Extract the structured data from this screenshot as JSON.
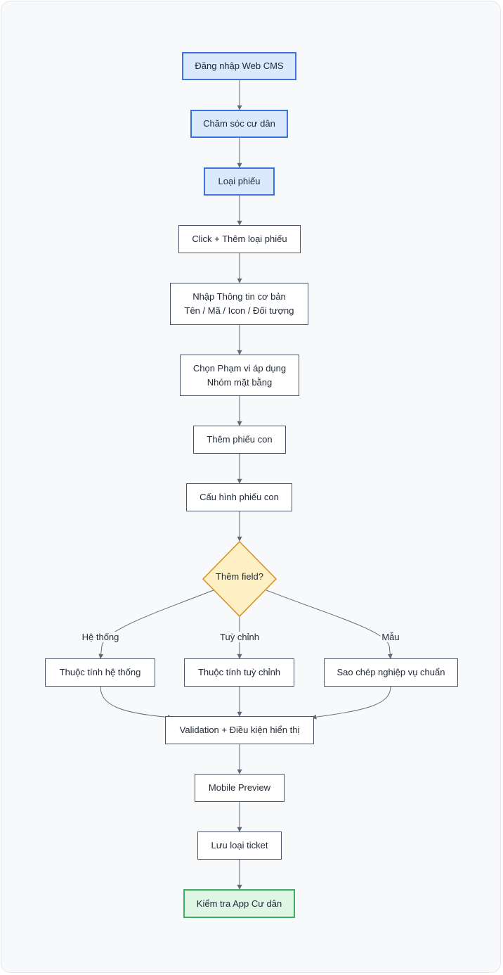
{
  "diagram": {
    "type": "flowchart",
    "nodes": [
      {
        "id": "login",
        "label": "Đăng nhập Web CMS",
        "style": "start"
      },
      {
        "id": "care",
        "label": "Chăm sóc cư dân",
        "style": "start"
      },
      {
        "id": "ticket_type",
        "label": "Loại phiếu",
        "style": "start"
      },
      {
        "id": "click_add",
        "label": "Click + Thêm loại phiếu"
      },
      {
        "id": "basic_info",
        "label": "Nhập Thông tin cơ bản",
        "sublabel": "Tên / Mã / Icon / Đối tượng"
      },
      {
        "id": "scope",
        "label": "Chọn Phạm vi áp dụng",
        "sublabel": "Nhóm mặt bằng"
      },
      {
        "id": "add_sub",
        "label": "Thêm phiếu con"
      },
      {
        "id": "config_sub",
        "label": "Cấu hình phiếu con"
      },
      {
        "id": "add_field",
        "label": "Thêm field?",
        "style": "decision"
      },
      {
        "id": "sys_attr",
        "label": "Thuộc tính hệ thống"
      },
      {
        "id": "custom_attr",
        "label": "Thuộc tính tuỳ chỉnh"
      },
      {
        "id": "copy_std",
        "label": "Sao chép nghiệp vụ chuẩn"
      },
      {
        "id": "validation",
        "label": "Validation + Điều kiện hiển thị"
      },
      {
        "id": "preview",
        "label": "Mobile Preview"
      },
      {
        "id": "save",
        "label": "Lưu loại ticket"
      },
      {
        "id": "check_app",
        "label": "Kiểm tra App Cư dân",
        "style": "end"
      }
    ],
    "edges": [
      {
        "from": "login",
        "to": "care"
      },
      {
        "from": "care",
        "to": "ticket_type"
      },
      {
        "from": "ticket_type",
        "to": "click_add"
      },
      {
        "from": "click_add",
        "to": "basic_info"
      },
      {
        "from": "basic_info",
        "to": "scope"
      },
      {
        "from": "scope",
        "to": "add_sub"
      },
      {
        "from": "add_sub",
        "to": "config_sub"
      },
      {
        "from": "config_sub",
        "to": "add_field"
      },
      {
        "from": "add_field",
        "to": "sys_attr",
        "label": "Hệ thống"
      },
      {
        "from": "add_field",
        "to": "custom_attr",
        "label": "Tuỳ chỉnh"
      },
      {
        "from": "add_field",
        "to": "copy_std",
        "label": "Mẫu"
      },
      {
        "from": "sys_attr",
        "to": "validation"
      },
      {
        "from": "custom_attr",
        "to": "validation"
      },
      {
        "from": "copy_std",
        "to": "validation"
      },
      {
        "from": "validation",
        "to": "preview"
      },
      {
        "from": "preview",
        "to": "save"
      },
      {
        "from": "save",
        "to": "check_app"
      }
    ]
  },
  "colors": {
    "start_fill": "#dbe9fc",
    "start_border": "#3b74d9",
    "end_fill": "#dff6e5",
    "end_border": "#3fb060",
    "decision_fill": "#fdf0c4",
    "decision_border": "#d98f1c",
    "edge": "#5f6b7a"
  }
}
